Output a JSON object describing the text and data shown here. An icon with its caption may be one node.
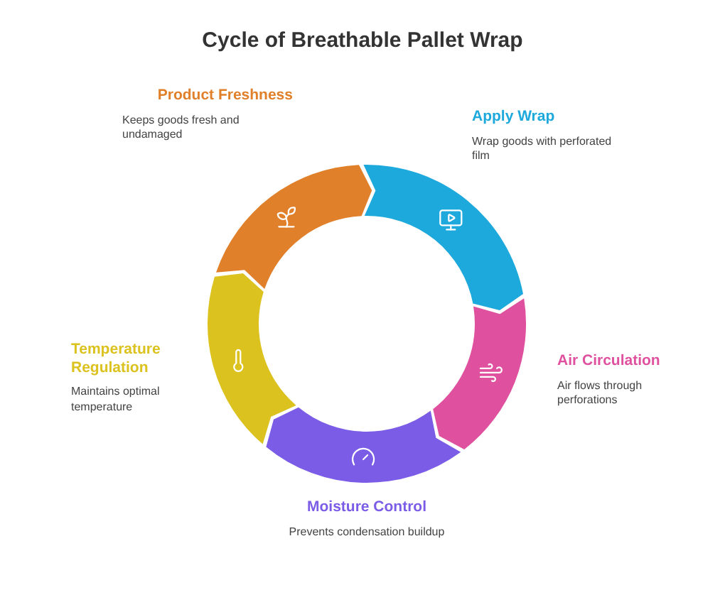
{
  "diagram": {
    "title": "Cycle of Breathable Pallet Wrap",
    "nodes": [
      {
        "text": [
          "Apply Wrap",
          "Wrap goods with perforated film"
        ]
      },
      {
        "text": [
          "Air Circulation",
          "Air flows through perforations"
        ]
      },
      {
        "text": [
          "Moisture Control",
          "Prevents condensation buildup"
        ]
      },
      {
        "text": [
          "Temperature Regulation",
          "Maintains optimal temperature"
        ]
      },
      {
        "text": [
          "Product Freshness",
          "Keeps goods fresh and undamaged"
        ]
      }
    ]
  }
}
